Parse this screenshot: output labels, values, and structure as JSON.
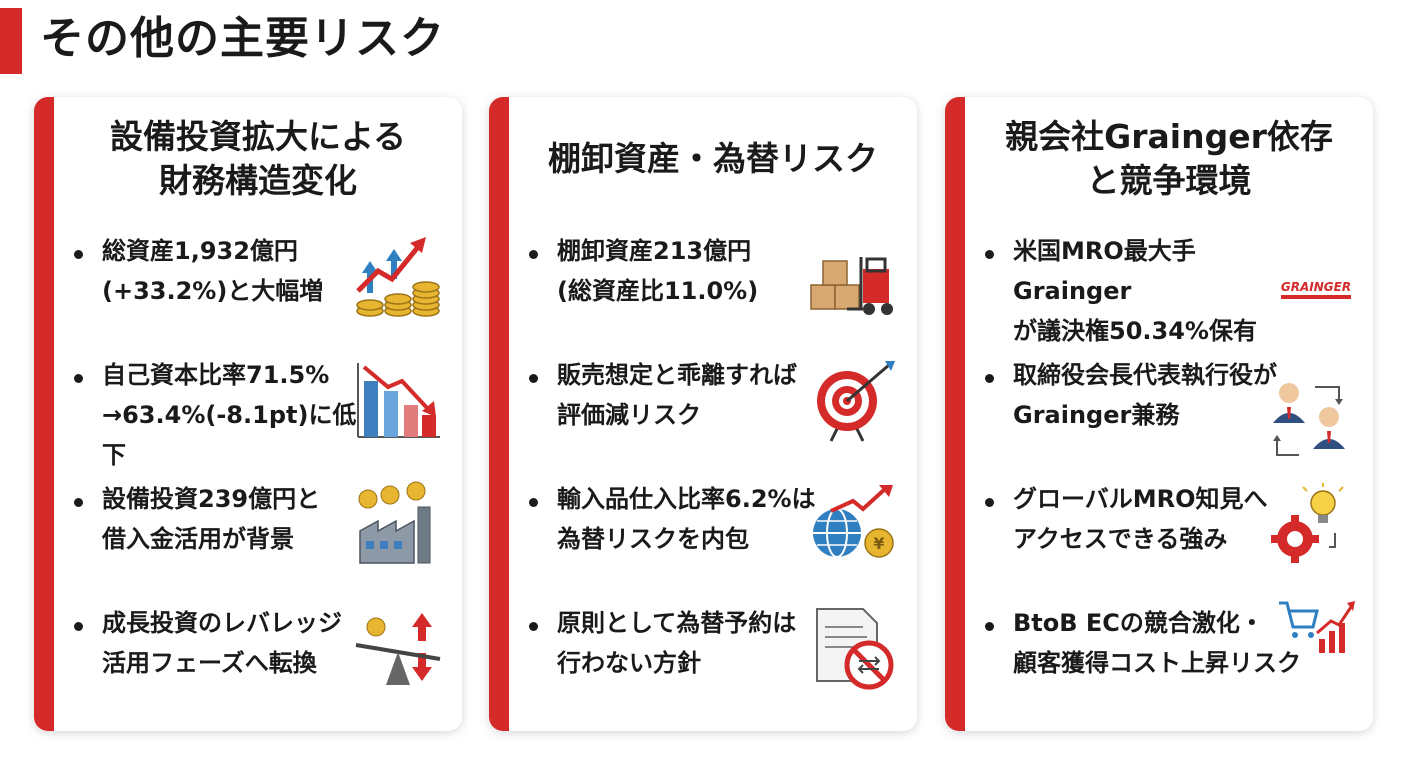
{
  "page": {
    "title": "その他の主要リスク"
  },
  "colors": {
    "accent": "#d42a2a",
    "text": "#1a1a1a",
    "coin_gold": "#e8b530",
    "arrow_blue": "#2f7fc1"
  },
  "cards": [
    {
      "title": "設備投資拡大による\n財務構造変化",
      "items": [
        {
          "text": "総資産1,932億円\n(+33.2%)と大幅増",
          "icon": "coins-rising-arrows-icon"
        },
        {
          "text": "自己資本比率71.5%\n→63.4%(-8.1pt)に低下",
          "icon": "declining-bar-chart-icon"
        },
        {
          "text": "設備投資239億円と\n借入金活用が背景",
          "icon": "factory-money-icon"
        },
        {
          "text": "成長投資のレバレッジ\n活用フェーズへ転換",
          "icon": "leverage-seesaw-icon"
        }
      ]
    },
    {
      "title": "棚卸資産・為替リスク",
      "items": [
        {
          "text": "棚卸資産213億円\n(総資産比11.0%)",
          "icon": "boxes-forklift-icon"
        },
        {
          "text": "販売想定と乖離すれば\n評価減リスク",
          "icon": "target-arrow-icon"
        },
        {
          "text": "輸入品仕入比率6.2%は\n為替リスクを内包",
          "icon": "globe-yen-icon"
        },
        {
          "text": "原則として為替予約は\n行わない方針",
          "icon": "no-exchange-contract-icon"
        }
      ]
    },
    {
      "title": "親会社Grainger依存\nと競争環境",
      "items": [
        {
          "text": "米国MRO最大手Grainger\nが議決権50.34%保有",
          "icon": "grainger-logo-icon",
          "logo_text": "GRAINGER"
        },
        {
          "text": "取締役会長代表執行役が\nGrainger兼務",
          "icon": "executives-exchange-icon"
        },
        {
          "text": "グローバルMRO知見へ\nアクセスできる強み",
          "icon": "gear-lightbulb-icon"
        },
        {
          "text": "BtoB ECの競合激化・\n顧客獲得コスト上昇リスク",
          "icon": "cart-rising-chart-icon"
        }
      ]
    }
  ]
}
